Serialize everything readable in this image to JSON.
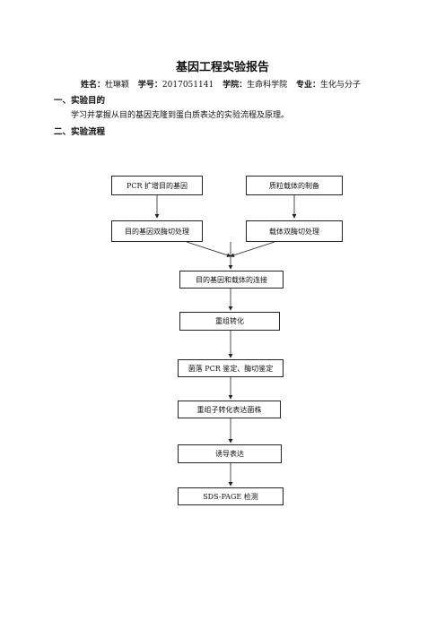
{
  "title": "基因工程实验报告",
  "info": {
    "name_label": "姓名：",
    "name_value": "杜琳颖",
    "id_label": "学号：",
    "id_value": "2017051141",
    "college_label": "学院：",
    "college_value": "生命科学院",
    "major_label": "专业：",
    "major_value": "生化与分子"
  },
  "section1": {
    "heading": "一、实验目的",
    "text": "学习并掌握从目的基因克隆到蛋白质表达的实验流程及原理。"
  },
  "section2": {
    "heading": "二、实验流程"
  },
  "flow": {
    "pcr": "PCR 扩增目的基因",
    "plasmid": "质粒载体的制备",
    "gene_digest": "目的基因双酶切处理",
    "vector_digest": "载体双酶切处理",
    "ligation": "目的基因和载体的连接",
    "transform": "重组转化",
    "colony": "菌落 PCR 鉴定、酶切鉴定",
    "express_strain": "重组子转化表达菌株",
    "induce": "诱导表达",
    "sds": "SDS-PAGE 检测"
  }
}
